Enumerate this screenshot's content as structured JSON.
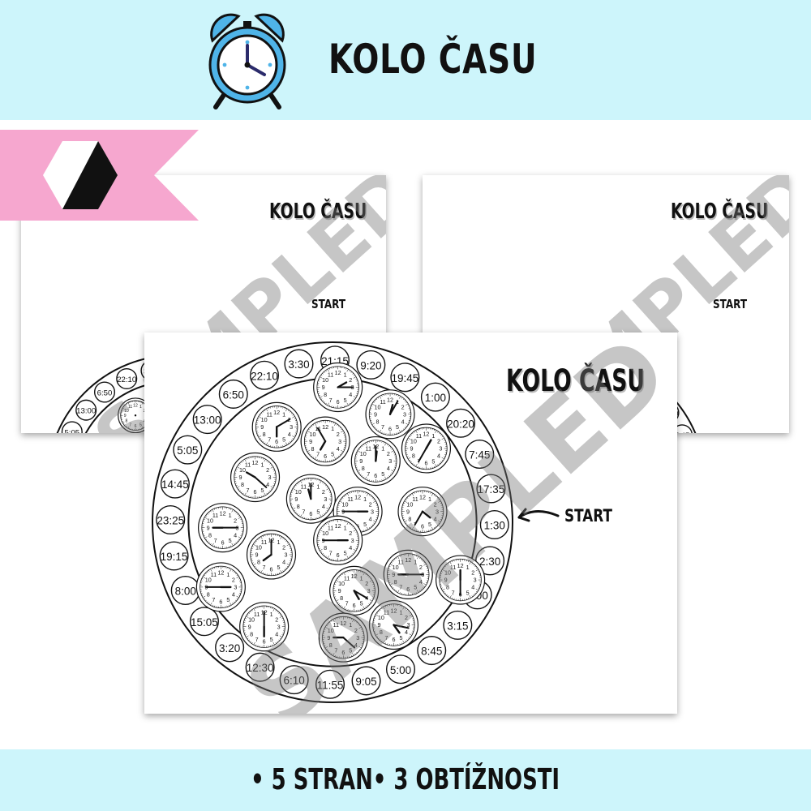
{
  "header": {
    "title": "KOLO ČASU"
  },
  "footer": {
    "text": "• 5 STRAN• 3 OBTÍŽNOSTI"
  },
  "colors": {
    "band": "#cdf5fb",
    "ribbon_pink": "#f6a7cf",
    "clock_blue": "#4fb4e8"
  },
  "icons": {
    "alarm": "alarm-clock-icon",
    "ribbon": "ribbon-banner-icon"
  },
  "worksheet": {
    "title": "KOLO ČASU",
    "start_label": "START",
    "watermark": "SAMPLED",
    "ring_times": [
      "3:30",
      "21:15",
      "9:20",
      "19:45",
      "1:00",
      "20:20",
      "7:45",
      "17:35",
      "1:30",
      "2:30",
      "7:00",
      "3:15",
      "8:45",
      "5:00",
      "9:05",
      "11:55",
      "6:10",
      "12:30",
      "3:20",
      "15:05",
      "8:00",
      "19:15",
      "23:25",
      "14:45",
      "5:05",
      "13:00",
      "6:50",
      "22:10"
    ],
    "clock_numbers": [
      "12",
      "1",
      "2",
      "3",
      "4",
      "5",
      "6",
      "7",
      "8",
      "9",
      "10",
      "11"
    ],
    "clock_faces": [
      {
        "h": 2.0,
        "m": 15
      },
      {
        "h": 12.5,
        "m": 5
      },
      {
        "h": 6.0,
        "m": 10
      },
      {
        "h": 7.0,
        "m": 55
      },
      {
        "h": 12.2,
        "m": 0
      },
      {
        "h": 1.0,
        "m": 35
      },
      {
        "h": 10.0,
        "m": 22
      },
      {
        "h": 11.5,
        "m": 0
      },
      {
        "h": 3.0,
        "m": 45
      },
      {
        "h": 4.3,
        "m": 35
      },
      {
        "h": 9.0,
        "m": 15
      },
      {
        "h": 3.0,
        "m": 45
      },
      {
        "h": 7.8,
        "m": 0
      },
      {
        "h": 9.0,
        "m": 15
      },
      {
        "h": 3.0,
        "m": 45
      },
      {
        "h": 5.0,
        "m": 20
      },
      {
        "h": 6.0,
        "m": 0
      },
      {
        "h": 9.0,
        "m": 22
      },
      {
        "h": 4.8,
        "m": 17
      },
      {
        "h": 12.0,
        "m": 30
      }
    ]
  }
}
